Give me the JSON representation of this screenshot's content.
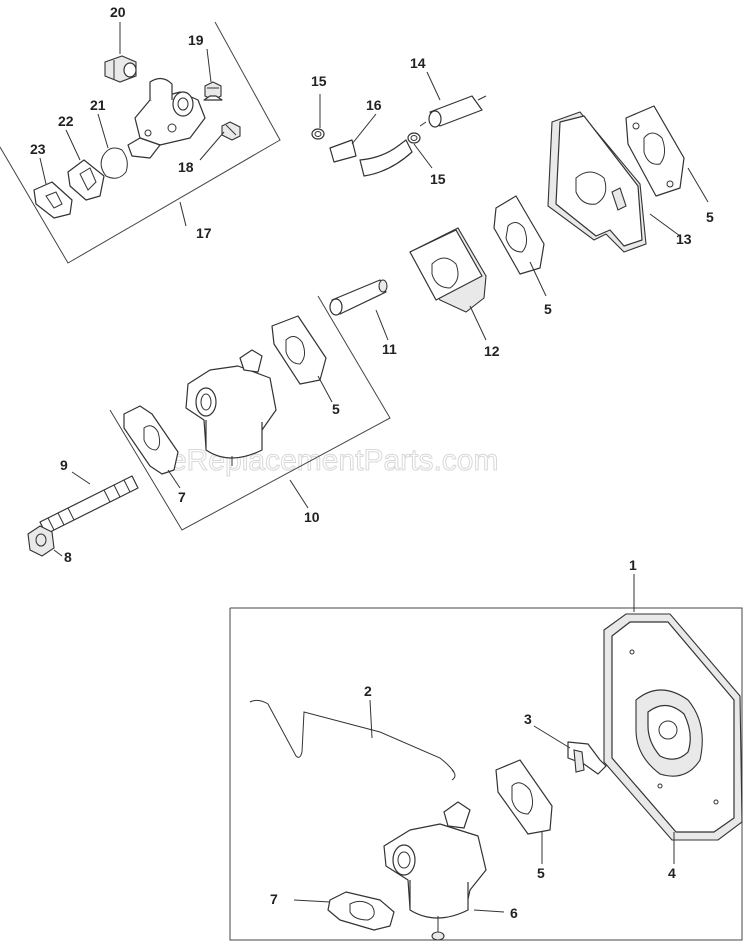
{
  "watermark": "eReplacementParts.com",
  "callouts": {
    "c20": "20",
    "c19": "19",
    "c22": "22",
    "c21": "21",
    "c23": "23",
    "c18": "18",
    "c17": "17",
    "c15a": "15",
    "c16": "16",
    "c14": "14",
    "c15b": "15",
    "c13": "13",
    "c5a": "5",
    "c5b": "5",
    "c12": "12",
    "c11": "11",
    "c5c": "5",
    "c9": "9",
    "c7a": "7",
    "c10": "10",
    "c8": "8",
    "c1": "1",
    "c2": "2",
    "c3": "3",
    "c5d": "5",
    "c4": "4",
    "c7b": "7",
    "c6": "6"
  }
}
